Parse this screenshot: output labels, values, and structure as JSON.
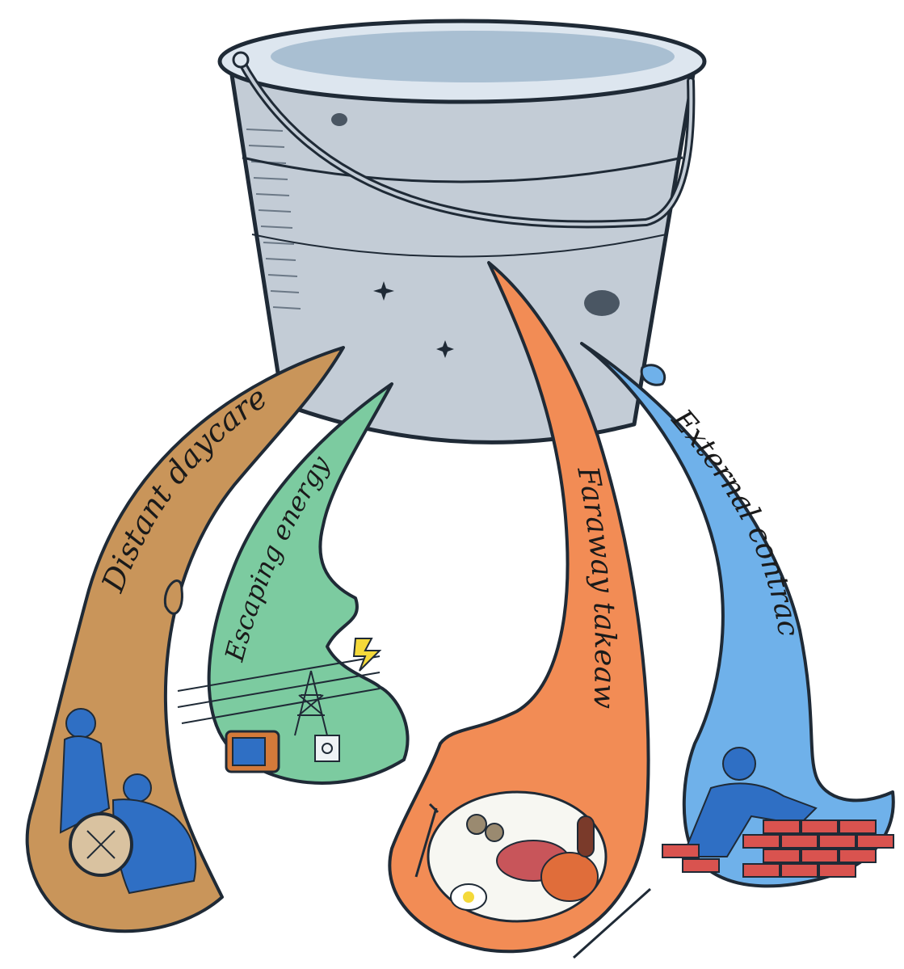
{
  "streams": [
    {
      "id": "daycare",
      "label": "Distant daycare",
      "color": "#c9955a"
    },
    {
      "id": "energy",
      "label": "Escaping energy",
      "color": "#7ccba0"
    },
    {
      "id": "takeaways",
      "label": "Faraway takeaways",
      "color": "#f28c55"
    },
    {
      "id": "contractors",
      "label": "External contractors",
      "color": "#6fb1ea"
    }
  ],
  "colors": {
    "bucket": "#c3ccd6",
    "bucket_inside": "#dde6ef",
    "water": "#a9bfd2",
    "outline": "#1f2a36",
    "person": "#2f6fc4",
    "brick": "#d9534f"
  }
}
